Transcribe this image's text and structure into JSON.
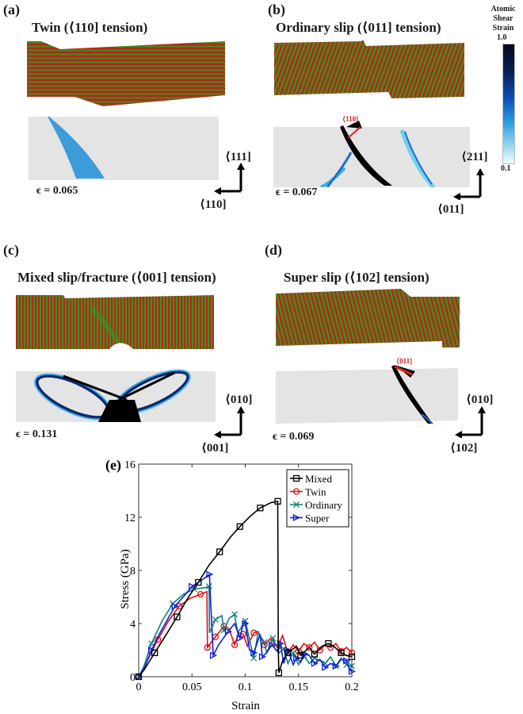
{
  "panels": [
    {
      "id": "a",
      "label": "(a)",
      "title": "Twin (⟨110] tension)",
      "strain": "ϵ = 0.065",
      "axis_up": "⟨111]",
      "axis_left": "⟨110]"
    },
    {
      "id": "b",
      "label": "(b)",
      "title": "Ordinary slip (⟨011]  tension)",
      "strain": "ϵ = 0.067",
      "axis_up": "⟨211]",
      "axis_left": "⟨011]",
      "slip_annotation": "⟨110]"
    },
    {
      "id": "c",
      "label": "(c)",
      "title": "Mixed slip/fracture  (⟨001] tension)",
      "strain": "ϵ = 0.131",
      "axis_up": "⟨010]",
      "axis_left": "⟨001]"
    },
    {
      "id": "d",
      "label": "(d)",
      "title": "Super slip (⟨102] tension)",
      "strain": "ϵ = 0.069",
      "axis_up": "⟨010]",
      "axis_left": "⟨102]",
      "slip_annotation": "⟨011]"
    }
  ],
  "colorbar": {
    "title_lines": [
      "Atomic",
      "Shear",
      "Strain"
    ],
    "max": "1.0",
    "min": "0.1"
  },
  "colors": {
    "atom_red": "#b8261a",
    "atom_green": "#3f8f1f",
    "mixed": "#000000",
    "twin": "#e01010",
    "ordinary": "#128080",
    "super": "#1020d8",
    "slip_arrow": "#e02020"
  },
  "chart_data": {
    "type": "line",
    "panel_label": "(e)",
    "title": "",
    "xlabel": "Strain",
    "ylabel": "Stress (GPa)",
    "xlim": [
      0,
      0.2
    ],
    "ylim": [
      0,
      16
    ],
    "xticks": [
      0,
      0.05,
      0.1,
      0.15,
      0.2
    ],
    "xtick_labels": [
      "0",
      "0.05",
      "0.1",
      "0.15",
      "0.2"
    ],
    "yticks": [
      0,
      4,
      8,
      12,
      16
    ],
    "ytick_labels": [
      "0",
      "4",
      "8",
      "12",
      "16"
    ],
    "grid": false,
    "legend_position": "upper right",
    "series": [
      {
        "name": "Mixed",
        "marker": "square",
        "color": "#000000",
        "x": [
          0,
          0.005,
          0.015,
          0.026,
          0.036,
          0.046,
          0.056,
          0.066,
          0.076,
          0.086,
          0.095,
          0.105,
          0.114,
          0.124,
          0.1305,
          0.131,
          0.1315,
          0.135,
          0.14,
          0.148,
          0.152,
          0.16,
          0.165,
          0.172,
          0.178,
          0.183,
          0.19,
          0.195,
          0.2
        ],
        "y": [
          0,
          0.5,
          1.8,
          3.2,
          4.5,
          5.9,
          7.1,
          8.4,
          9.4,
          10.5,
          11.3,
          12.1,
          12.7,
          13.1,
          13.2,
          2.0,
          0.3,
          1.2,
          1.8,
          2.3,
          1.6,
          2.2,
          1.7,
          2.3,
          2.5,
          2.3,
          1.8,
          1.6,
          1.5
        ]
      },
      {
        "name": "Twin",
        "marker": "circle",
        "color": "#e01010",
        "x": [
          0,
          0.008,
          0.018,
          0.028,
          0.038,
          0.048,
          0.058,
          0.064,
          0.0645,
          0.068,
          0.072,
          0.076,
          0.08,
          0.085,
          0.09,
          0.094,
          0.098,
          0.102,
          0.108,
          0.112,
          0.118,
          0.124,
          0.13,
          0.135,
          0.14,
          0.145,
          0.15,
          0.155,
          0.16,
          0.165,
          0.17,
          0.175,
          0.18,
          0.185,
          0.19,
          0.195,
          0.2
        ],
        "y": [
          0,
          1.2,
          2.8,
          4.2,
          5.3,
          5.9,
          6.2,
          6.4,
          2.2,
          2.6,
          3.0,
          3.4,
          3.8,
          3.6,
          2.4,
          3.3,
          3.2,
          2.3,
          3.3,
          3.4,
          2.4,
          2.9,
          2.2,
          3.1,
          1.8,
          2.4,
          1.9,
          2.5,
          2.2,
          2.6,
          2.0,
          2.4,
          2.2,
          2.5,
          1.9,
          2.2,
          1.8
        ]
      },
      {
        "name": "Ordinary",
        "marker": "x",
        "color": "#128080",
        "x": [
          0,
          0.005,
          0.012,
          0.022,
          0.032,
          0.042,
          0.052,
          0.062,
          0.066,
          0.0665,
          0.072,
          0.078,
          0.08,
          0.085,
          0.09,
          0.093,
          0.1,
          0.104,
          0.108,
          0.112,
          0.118,
          0.12,
          0.126,
          0.132,
          0.136,
          0.14,
          0.145,
          0.15,
          0.155,
          0.16,
          0.165,
          0.17,
          0.175,
          0.18,
          0.185,
          0.19,
          0.195,
          0.2
        ],
        "y": [
          0,
          0.8,
          2.5,
          4.2,
          5.5,
          6.2,
          6.6,
          6.7,
          6.8,
          3.3,
          4.3,
          4.6,
          3.5,
          4.4,
          4.7,
          3.3,
          4.2,
          2.8,
          1.4,
          3.3,
          2.6,
          1.8,
          2.9,
          1.8,
          2.1,
          1.0,
          1.8,
          0.9,
          1.6,
          1.0,
          1.4,
          1.2,
          1.0,
          1.5,
          0.8,
          1.4,
          0.9,
          0.8
        ]
      },
      {
        "name": "Super",
        "marker": "triangle-right",
        "color": "#1020d8",
        "x": [
          0,
          0.005,
          0.012,
          0.02,
          0.034,
          0.045,
          0.05,
          0.058,
          0.0665,
          0.067,
          0.07,
          0.075,
          0.084,
          0.09,
          0.095,
          0.098,
          0.1,
          0.104,
          0.108,
          0.114,
          0.116,
          0.12,
          0.125,
          0.13,
          0.133,
          0.136,
          0.14,
          0.145,
          0.148,
          0.152,
          0.156,
          0.16,
          0.165,
          0.17,
          0.175,
          0.18,
          0.185,
          0.19,
          0.195,
          0.198,
          0.2
        ],
        "y": [
          0,
          0.6,
          2.0,
          3.3,
          5.3,
          6.3,
          6.8,
          7.2,
          7.7,
          6.5,
          1.6,
          2.4,
          3.4,
          4.0,
          2.9,
          4.0,
          4.0,
          2.0,
          1.8,
          3.2,
          1.5,
          1.8,
          2.4,
          1.9,
          2.5,
          1.0,
          2.0,
          0.9,
          1.4,
          1.1,
          1.7,
          1.6,
          1.0,
          1.3,
          0.7,
          1.0,
          0.8,
          1.3,
          1.2,
          0.5,
          0.4
        ]
      }
    ]
  }
}
